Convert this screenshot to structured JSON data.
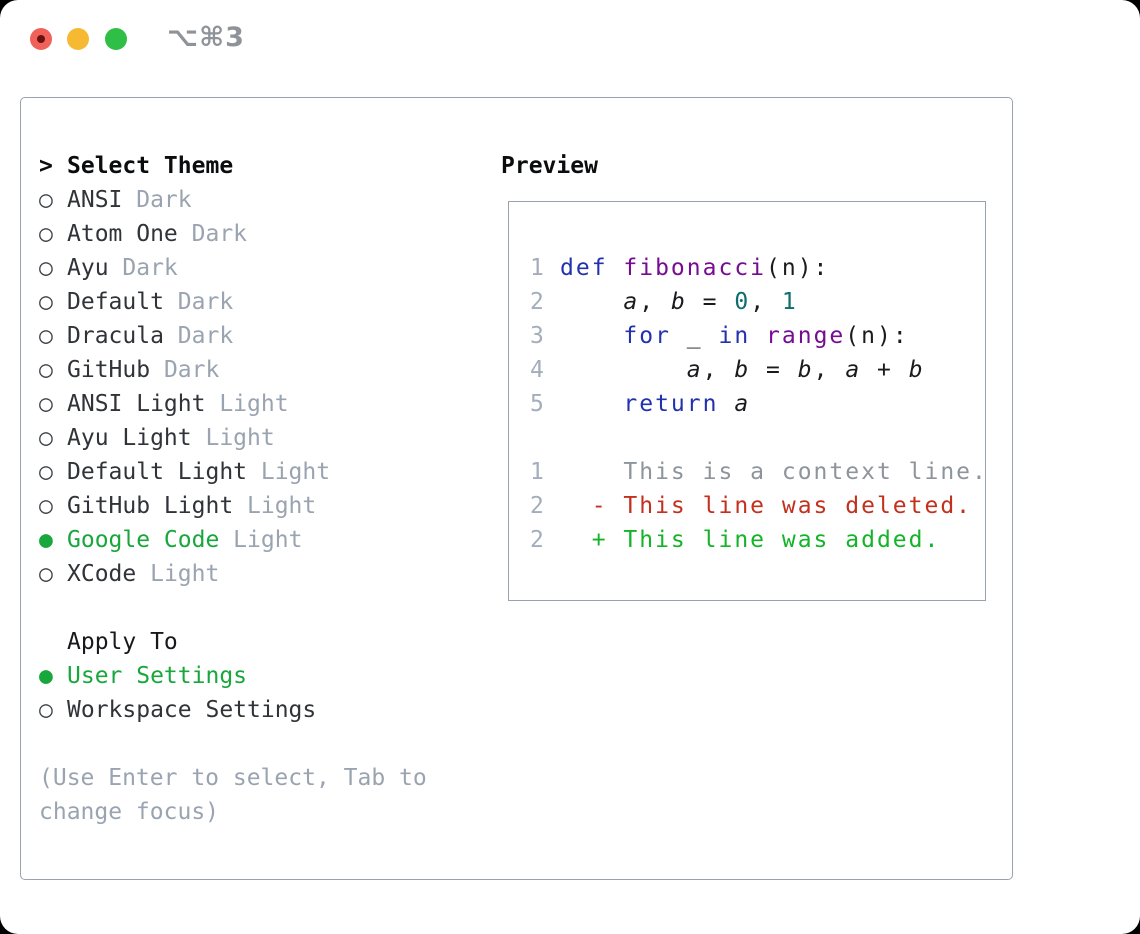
{
  "window": {
    "title": "⌥⌘3"
  },
  "colors": {
    "accent_green": "#18a73c",
    "muted_gray": "#9aa4b1",
    "text_dark": "#303338",
    "panel_border": "#9aa2ad",
    "traffic_lights": {
      "close": "#f0615a",
      "close_dot": "#6b1012",
      "minimize": "#f5ba31",
      "zoom": "#2fbe46"
    },
    "syntax": {
      "keyword": "#2231ae",
      "function": "#750c92",
      "literal": "#0e6d6d",
      "plain": "#1a1b1e",
      "line_number": "#a3adbb"
    },
    "diff": {
      "context": "#8d949b",
      "deleted": "#c3301e",
      "added": "#14b428"
    }
  },
  "theme_picker": {
    "prompt": ">",
    "title": "Select Theme",
    "bullet_selected": "●",
    "bullet_unselected": "○",
    "items": [
      {
        "name": "ANSI",
        "variant": "Dark",
        "selected": false
      },
      {
        "name": "Atom One",
        "variant": "Dark",
        "selected": false
      },
      {
        "name": "Ayu",
        "variant": "Dark",
        "selected": false
      },
      {
        "name": "Default",
        "variant": "Dark",
        "selected": false
      },
      {
        "name": "Dracula",
        "variant": "Dark",
        "selected": false
      },
      {
        "name": "GitHub",
        "variant": "Dark",
        "selected": false
      },
      {
        "name": "ANSI Light",
        "variant": "Light",
        "selected": false
      },
      {
        "name": "Ayu Light",
        "variant": "Light",
        "selected": false
      },
      {
        "name": "Default Light",
        "variant": "Light",
        "selected": false
      },
      {
        "name": "GitHub Light",
        "variant": "Light",
        "selected": false
      },
      {
        "name": "Google Code",
        "variant": "Light",
        "selected": true
      },
      {
        "name": "XCode",
        "variant": "Light",
        "selected": false
      }
    ]
  },
  "apply_to": {
    "title": "Apply To",
    "options": [
      {
        "label": "User Settings",
        "selected": true
      },
      {
        "label": "Workspace Settings",
        "selected": false
      }
    ]
  },
  "help_text": {
    "line1": "(Use Enter to select, Tab to",
    "line2": "change focus)"
  },
  "preview": {
    "title": "Preview",
    "code_lines": [
      {
        "num": "1",
        "tokens": [
          [
            "kw",
            "def "
          ],
          [
            "fn",
            "fibonacci"
          ],
          [
            "pl",
            "(n):"
          ]
        ]
      },
      {
        "num": "2",
        "tokens": [
          [
            "pl",
            "    "
          ],
          [
            "var",
            "a"
          ],
          [
            "pl",
            ", "
          ],
          [
            "var",
            "b"
          ],
          [
            "pl",
            " = "
          ],
          [
            "lit",
            "0"
          ],
          [
            "pl",
            ", "
          ],
          [
            "lit",
            "1"
          ]
        ]
      },
      {
        "num": "3",
        "tokens": [
          [
            "pl",
            "    "
          ],
          [
            "kw",
            "for"
          ],
          [
            "pl",
            " _ "
          ],
          [
            "kw",
            "in"
          ],
          [
            "pl",
            " "
          ],
          [
            "fn",
            "range"
          ],
          [
            "pl",
            "(n):"
          ]
        ]
      },
      {
        "num": "4",
        "tokens": [
          [
            "pl",
            "        "
          ],
          [
            "var",
            "a"
          ],
          [
            "pl",
            ", "
          ],
          [
            "var",
            "b"
          ],
          [
            "pl",
            " = "
          ],
          [
            "var",
            "b"
          ],
          [
            "pl",
            ", "
          ],
          [
            "var",
            "a"
          ],
          [
            "pl",
            " + "
          ],
          [
            "var",
            "b"
          ]
        ]
      },
      {
        "num": "5",
        "tokens": [
          [
            "pl",
            "    "
          ],
          [
            "kw",
            "return"
          ],
          [
            "pl",
            " "
          ],
          [
            "var",
            "a"
          ]
        ]
      },
      {
        "num": "",
        "tokens": []
      },
      {
        "num": "1",
        "tokens": [
          [
            "ctx",
            "    This is a context line."
          ]
        ]
      },
      {
        "num": "2",
        "tokens": [
          [
            "del",
            "  - This line was deleted."
          ]
        ]
      },
      {
        "num": "2",
        "tokens": [
          [
            "add",
            "  + This line was added."
          ]
        ]
      }
    ]
  }
}
